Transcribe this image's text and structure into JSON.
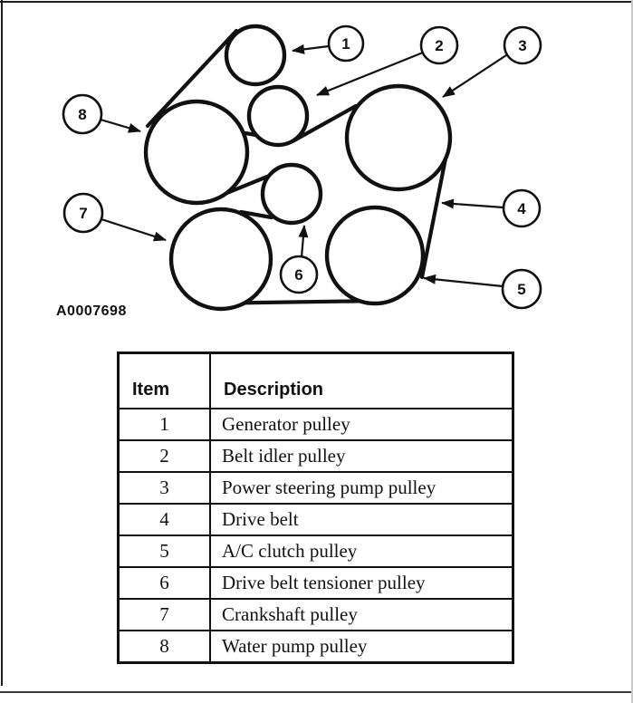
{
  "figure": {
    "code": "A0007698",
    "callouts": [
      {
        "number": "1"
      },
      {
        "number": "2"
      },
      {
        "number": "3"
      },
      {
        "number": "4"
      },
      {
        "number": "5"
      },
      {
        "number": "6"
      },
      {
        "number": "7"
      },
      {
        "number": "8"
      }
    ]
  },
  "legend": {
    "headers": {
      "item": "Item",
      "description": "Description"
    },
    "rows": [
      {
        "item": "1",
        "description": "Generator pulley"
      },
      {
        "item": "2",
        "description": "Belt idler pulley"
      },
      {
        "item": "3",
        "description": "Power steering pump pulley"
      },
      {
        "item": "4",
        "description": "Drive belt"
      },
      {
        "item": "5",
        "description": "A/C clutch pulley"
      },
      {
        "item": "6",
        "description": "Drive belt tensioner pulley"
      },
      {
        "item": "7",
        "description": "Crankshaft pulley"
      },
      {
        "item": "8",
        "description": "Water pump pulley"
      }
    ]
  },
  "colors": {
    "ink": "#111111",
    "background": "#ffffff"
  }
}
